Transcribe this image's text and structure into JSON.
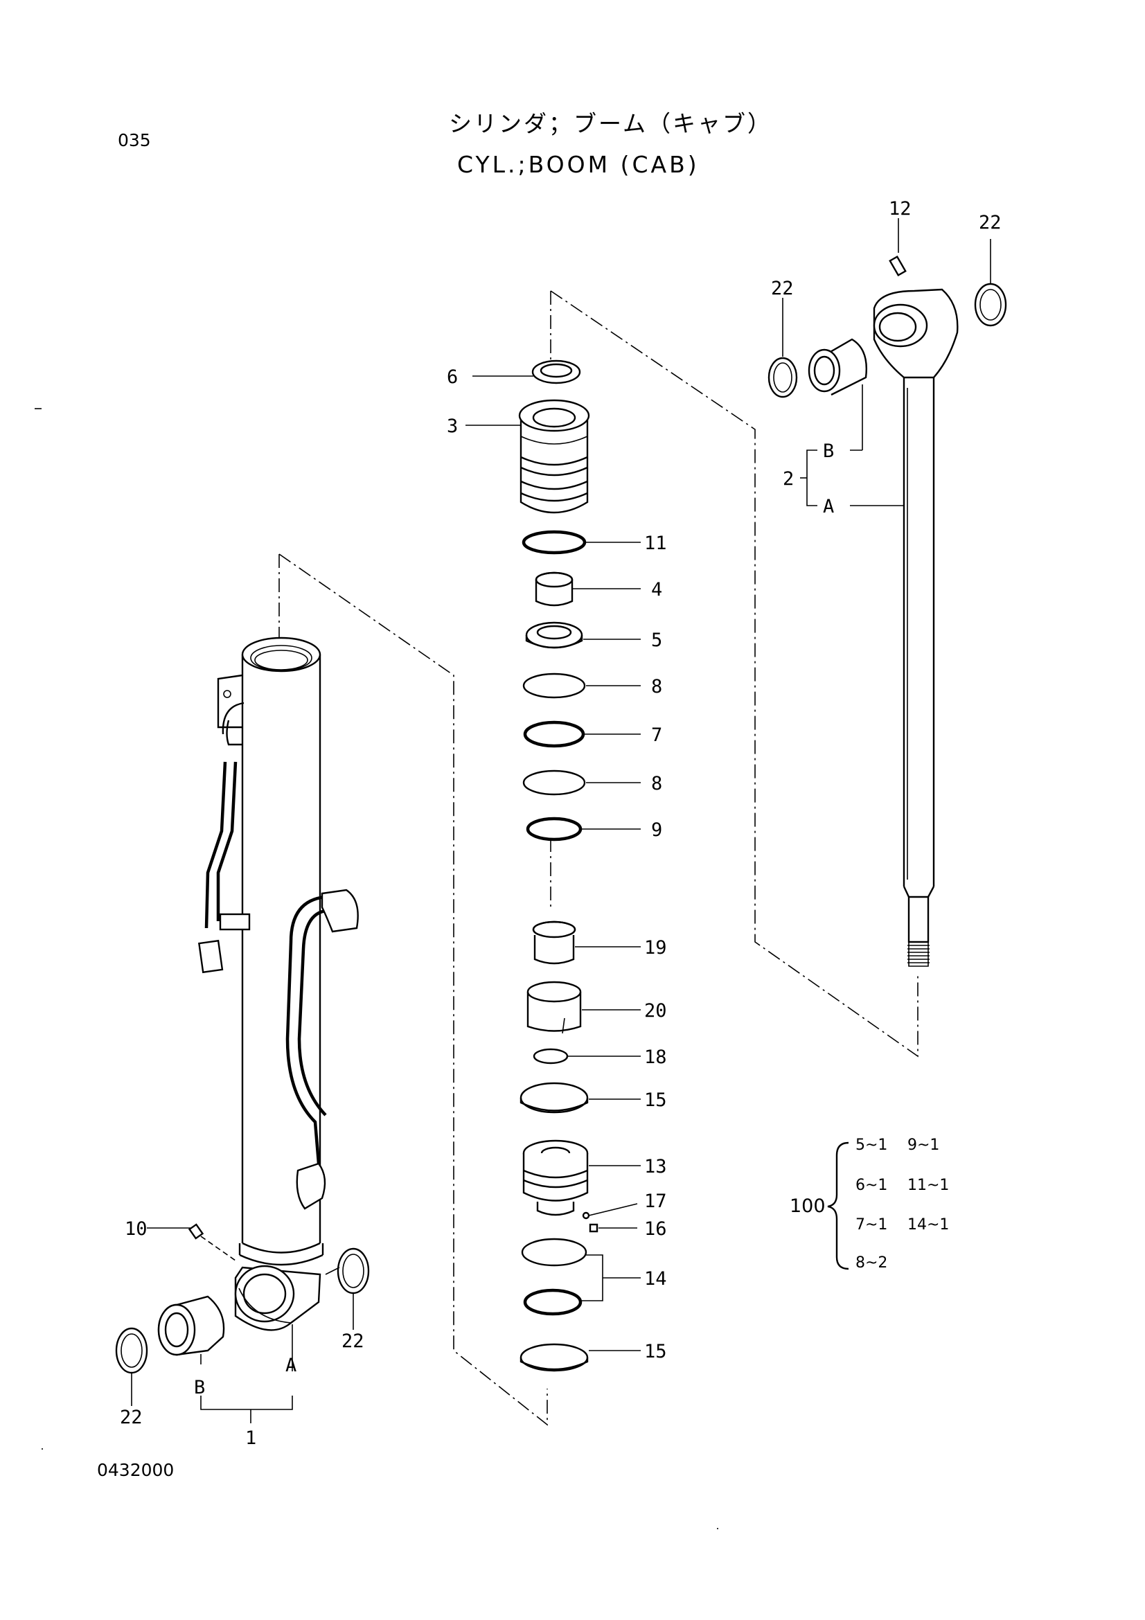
{
  "header": {
    "page_number": "035",
    "title_jp": "シリンダ；ブーム（キャブ）",
    "title_en": "CYL.;BOOM (CAB)"
  },
  "footer": {
    "drawing_number": "0432000"
  },
  "callouts": {
    "p1": "1",
    "p2": "2",
    "p3": "3",
    "p4": "4",
    "p5": "5",
    "p6": "6",
    "p7": "7",
    "p8a": "8",
    "p8b": "8",
    "p9": "9",
    "p10": "10",
    "p11": "11",
    "p12": "12",
    "p13": "13",
    "p14": "14",
    "p15a": "15",
    "p15b": "15",
    "p16": "16",
    "p17": "17",
    "p18": "18",
    "p19": "19",
    "p20": "20",
    "p22_rod_left": "22",
    "p22_rod_right": "22",
    "p22_tube_right": "22",
    "p22_tube_left": "22",
    "sub_a_tube": "A",
    "sub_b_tube": "B",
    "sub_a_rod": "A",
    "sub_b_rod": "B"
  },
  "seal_kit": {
    "label": "100",
    "items": [
      {
        "col1": "5~1",
        "col2": "9~1"
      },
      {
        "col1": "6~1",
        "col2": "11~1"
      },
      {
        "col1": "7~1",
        "col2": "14~1"
      },
      {
        "col1": "8~2",
        "col2": ""
      }
    ]
  }
}
